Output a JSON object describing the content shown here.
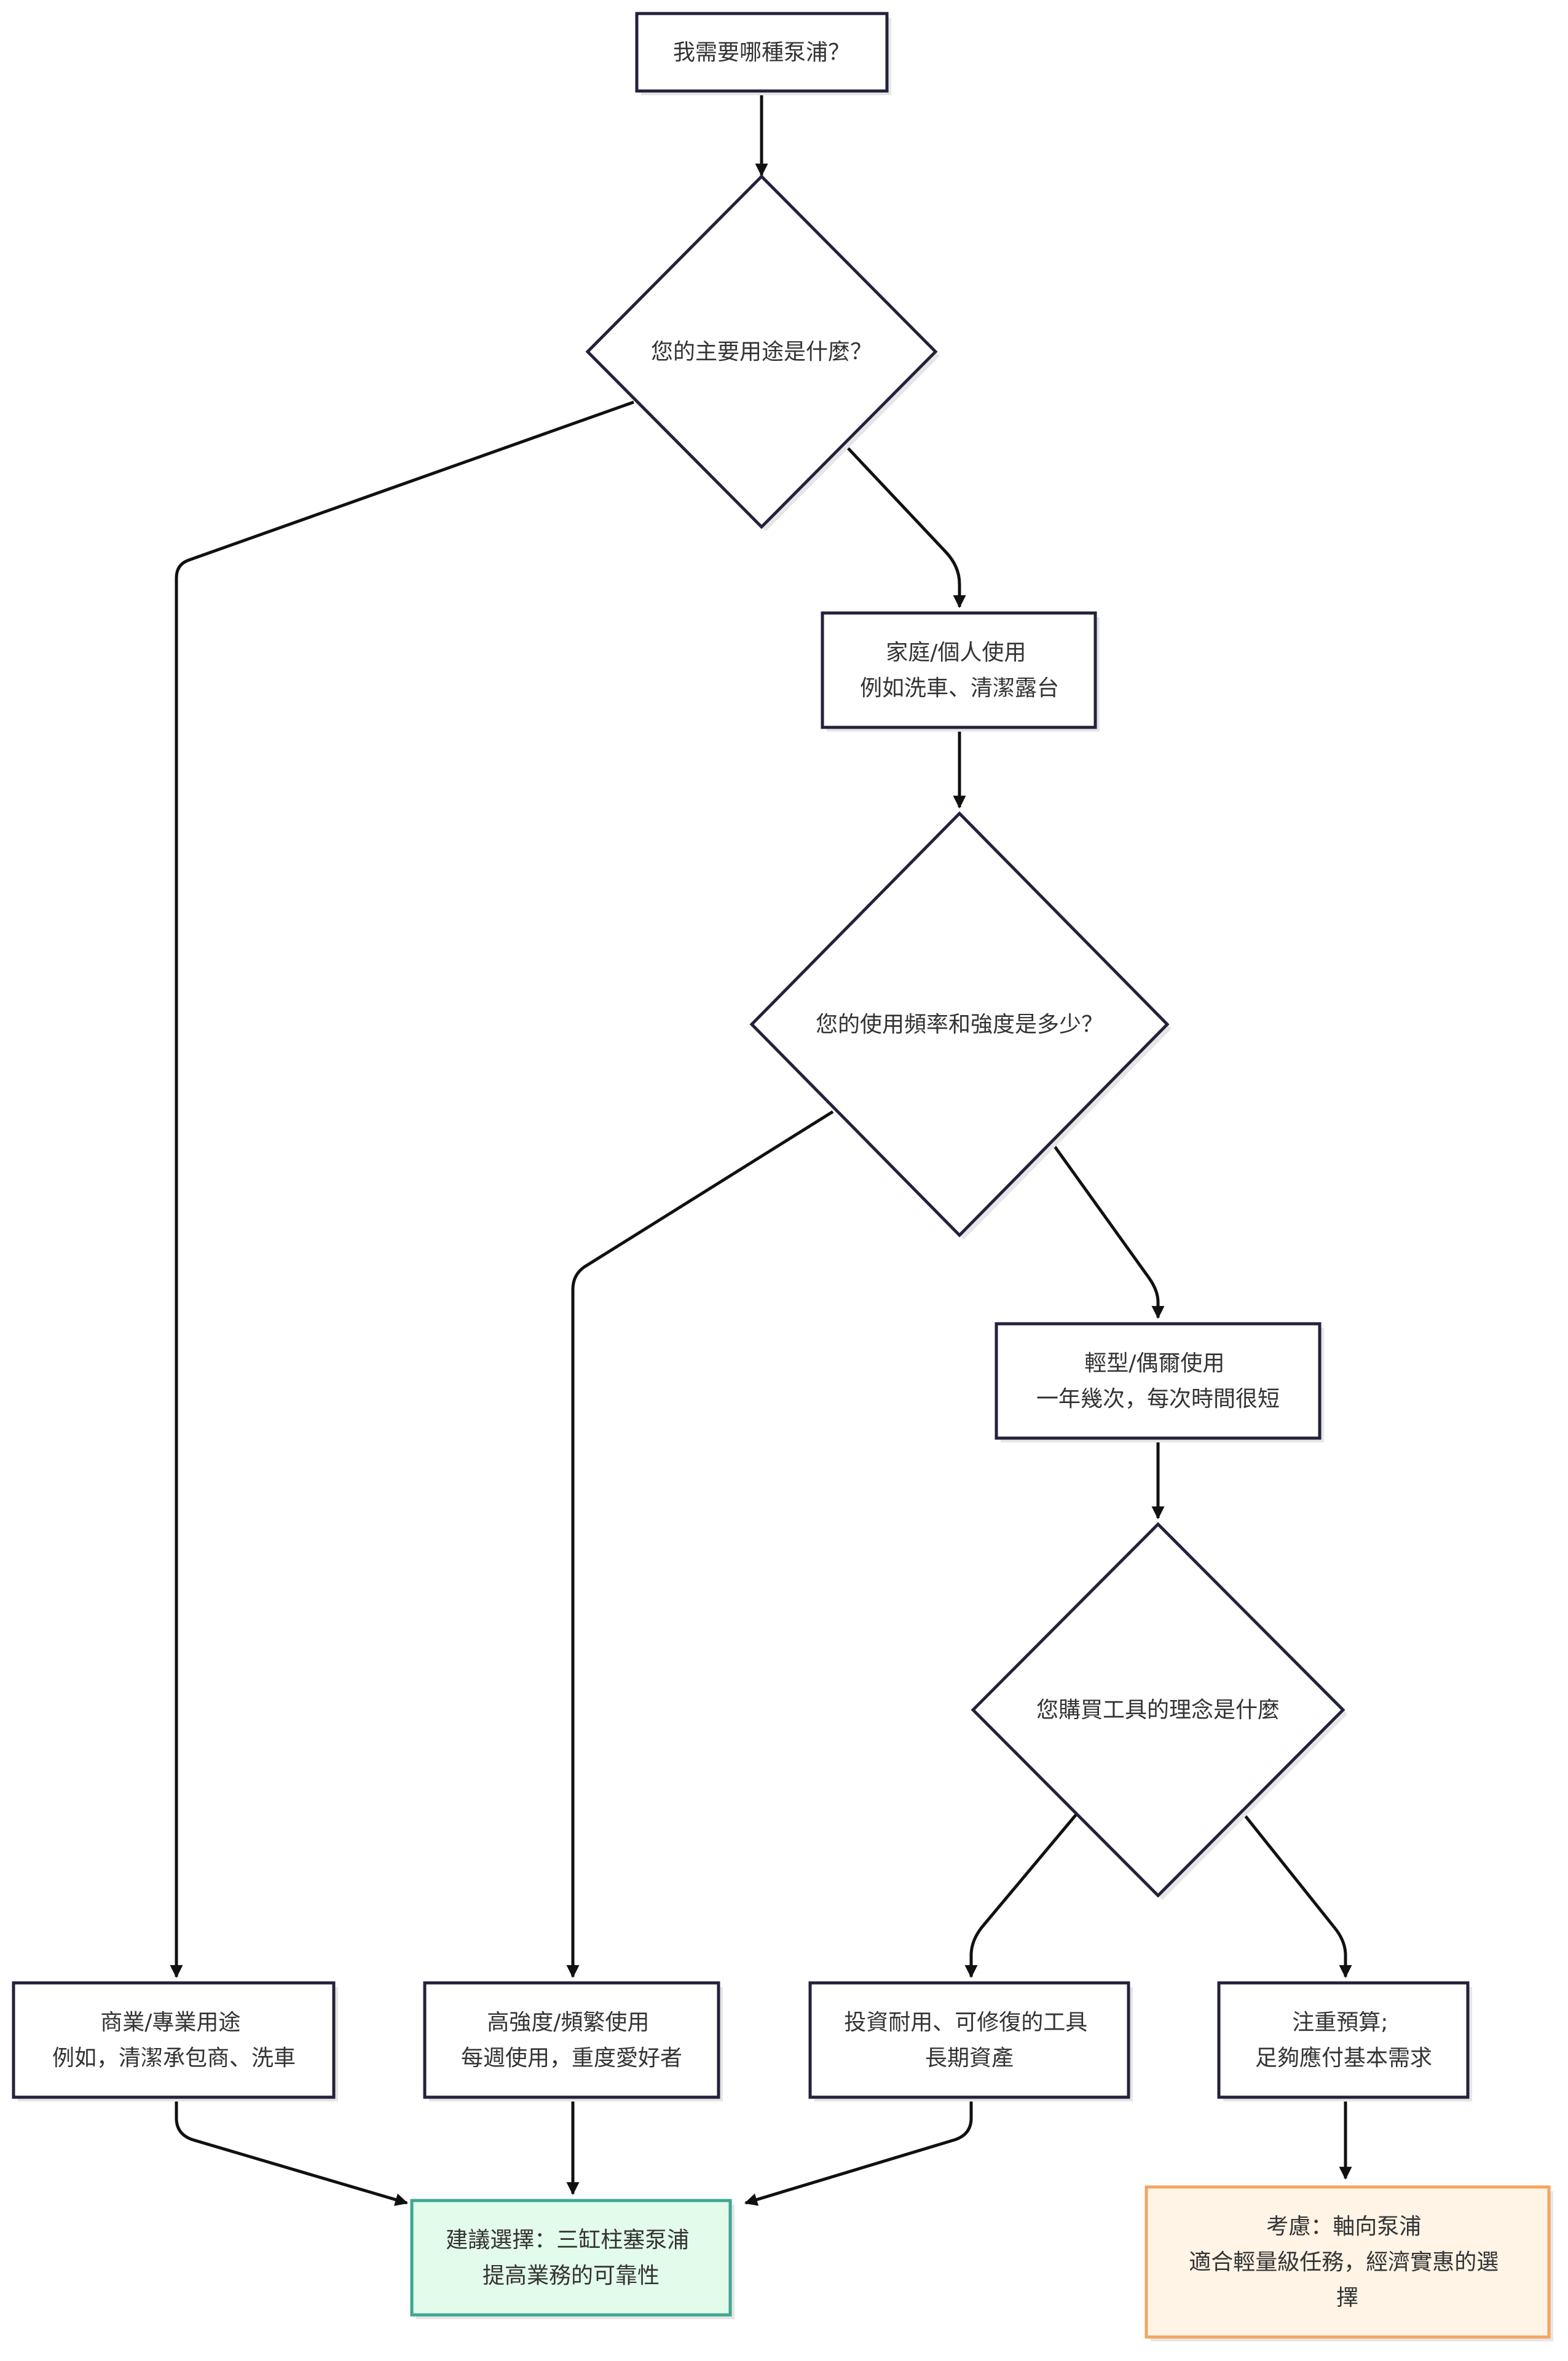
{
  "diagram": {
    "nodes": {
      "start": {
        "lines": [
          "我需要哪種泵浦？"
        ]
      },
      "q_usage": {
        "lines": [
          "您的主要用途是什麼？"
        ]
      },
      "home": {
        "lines": [
          "家庭/個人使用",
          "例如洗車、清潔露台"
        ]
      },
      "q_frequency": {
        "lines": [
          "您的使用頻率和強度是多少？"
        ]
      },
      "light": {
        "lines": [
          "輕型/偶爾使用",
          "一年幾次，每次時間很短"
        ]
      },
      "q_philosophy": {
        "lines": [
          "您購買工具的理念是什麼"
        ]
      },
      "commercial": {
        "lines": [
          "商業/專業用途",
          "例如，清潔承包商、洗車"
        ]
      },
      "heavy": {
        "lines": [
          "高強度/頻繁使用",
          "每週使用，重度愛好者"
        ]
      },
      "invest": {
        "lines": [
          "投資耐用、可修復的工具",
          "長期資產"
        ]
      },
      "budget": {
        "lines": [
          "注重預算;",
          "足夠應付基本需求"
        ]
      },
      "rec_triplex": {
        "lines": [
          "建議選擇：三缸柱塞泵浦",
          "提高業務的可靠性"
        ]
      },
      "rec_axial": {
        "lines": [
          "考慮：軸向泵浦",
          "適合輕量級任務，經濟實惠的選",
          "擇"
        ]
      }
    },
    "colors": {
      "node_border": "#23223c",
      "edge": "#111111",
      "text": "#333333",
      "green_fill": "#e3fbea",
      "green_border": "#3fa791",
      "orange_fill": "#fff4e6",
      "orange_border": "#f4a560"
    }
  }
}
